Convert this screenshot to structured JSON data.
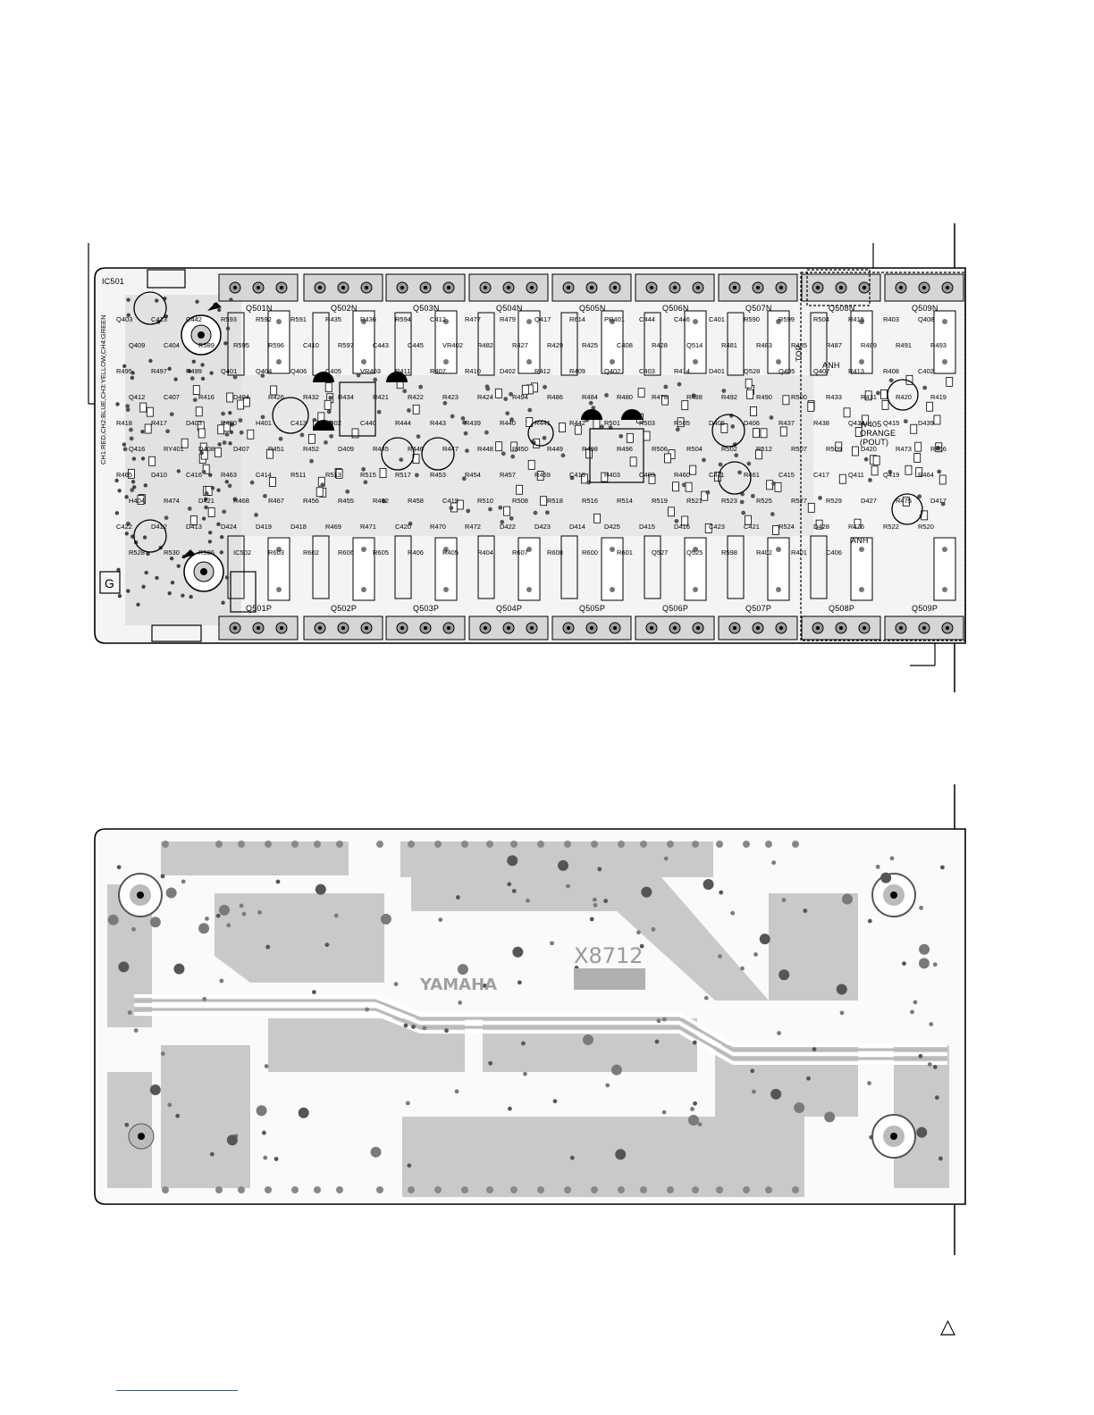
{
  "board_top": {
    "transistors_top_row": [
      "Q501N",
      "Q502N",
      "Q503N",
      "Q504N",
      "Q505N",
      "Q506N",
      "Q507N",
      "Q508N",
      "Q509N"
    ],
    "transistors_bottom_row": [
      "Q501P",
      "Q502P",
      "Q503P",
      "Q504P",
      "Q505P",
      "Q506P",
      "Q507P",
      "Q508P",
      "Q509P"
    ],
    "side_label": "CH1:RED,CH2:BLUE,CH3:YELLOW,CH4:GREEN",
    "ground_mark": "G",
    "ic_label": "IC501",
    "top_mark": "TOP",
    "anh_labels": [
      "ANH",
      "ANH"
    ],
    "orange_label": [
      "W405",
      "ORANGE",
      "(POUT)"
    ],
    "labels": [
      {
        "t": "Q403"
      },
      {
        "t": "C413"
      },
      {
        "t": "C442"
      },
      {
        "t": "R593"
      },
      {
        "t": "R592"
      },
      {
        "t": "R591"
      },
      {
        "t": "R435"
      },
      {
        "t": "R436"
      },
      {
        "t": "R594"
      },
      {
        "t": "C412"
      },
      {
        "t": "R477"
      },
      {
        "t": "R479"
      },
      {
        "t": "Q417"
      },
      {
        "t": "R614"
      },
      {
        "t": "PR401"
      },
      {
        "t": "C444"
      },
      {
        "t": "C446"
      },
      {
        "t": "C401"
      },
      {
        "t": "R590"
      },
      {
        "t": "R599"
      },
      {
        "t": "R504"
      },
      {
        "t": "R415"
      },
      {
        "t": "R403"
      },
      {
        "t": "Q408"
      },
      {
        "t": "Q409"
      },
      {
        "t": "C404"
      },
      {
        "t": "R589"
      },
      {
        "t": "R595"
      },
      {
        "t": "R596"
      },
      {
        "t": "C410"
      },
      {
        "t": "R597"
      },
      {
        "t": "C443"
      },
      {
        "t": "C445"
      },
      {
        "t": "VR402"
      },
      {
        "t": "R482"
      },
      {
        "t": "R427"
      },
      {
        "t": "R429"
      },
      {
        "t": "R425"
      },
      {
        "t": "C408"
      },
      {
        "t": "R428"
      },
      {
        "t": "Q514"
      },
      {
        "t": "R481"
      },
      {
        "t": "R483"
      },
      {
        "t": "R485"
      },
      {
        "t": "R487"
      },
      {
        "t": "R489"
      },
      {
        "t": "R491"
      },
      {
        "t": "R493"
      },
      {
        "t": "R495"
      },
      {
        "t": "R497"
      },
      {
        "t": "R499"
      },
      {
        "t": "Q401"
      },
      {
        "t": "Q404"
      },
      {
        "t": "Q406"
      },
      {
        "t": "C405"
      },
      {
        "t": "VR403"
      },
      {
        "t": "R411"
      },
      {
        "t": "R407"
      },
      {
        "t": "R410"
      },
      {
        "t": "D402"
      },
      {
        "t": "R412"
      },
      {
        "t": "R409"
      },
      {
        "t": "Q402"
      },
      {
        "t": "C403"
      },
      {
        "t": "R414"
      },
      {
        "t": "D401"
      },
      {
        "t": "Q528"
      },
      {
        "t": "Q405"
      },
      {
        "t": "Q407"
      },
      {
        "t": "R413"
      },
      {
        "t": "R408"
      },
      {
        "t": "C402"
      },
      {
        "t": "Q412"
      },
      {
        "t": "C407"
      },
      {
        "t": "R416"
      },
      {
        "t": "D404"
      },
      {
        "t": "R426"
      },
      {
        "t": "R432"
      },
      {
        "t": "R434"
      },
      {
        "t": "R421"
      },
      {
        "t": "R422"
      },
      {
        "t": "R423"
      },
      {
        "t": "R424"
      },
      {
        "t": "R494"
      },
      {
        "t": "R486"
      },
      {
        "t": "R484"
      },
      {
        "t": "R480"
      },
      {
        "t": "R478"
      },
      {
        "t": "R488"
      },
      {
        "t": "R492"
      },
      {
        "t": "R490"
      },
      {
        "t": "R500"
      },
      {
        "t": "R433"
      },
      {
        "t": "R431"
      },
      {
        "t": "R420"
      },
      {
        "t": "R419"
      },
      {
        "t": "R418"
      },
      {
        "t": "R417"
      },
      {
        "t": "D403"
      },
      {
        "t": "R430"
      },
      {
        "t": "H401"
      },
      {
        "t": "C413"
      },
      {
        "t": "H402"
      },
      {
        "t": "C440"
      },
      {
        "t": "R444"
      },
      {
        "t": "R443"
      },
      {
        "t": "R439"
      },
      {
        "t": "R440"
      },
      {
        "t": "R441"
      },
      {
        "t": "R442"
      },
      {
        "t": "R501"
      },
      {
        "t": "R503"
      },
      {
        "t": "R505"
      },
      {
        "t": "D405"
      },
      {
        "t": "D406"
      },
      {
        "t": "R437"
      },
      {
        "t": "R438"
      },
      {
        "t": "Q414"
      },
      {
        "t": "Q415"
      },
      {
        "t": "D439"
      },
      {
        "t": "Q416"
      },
      {
        "t": "RY401"
      },
      {
        "t": "D408"
      },
      {
        "t": "D407"
      },
      {
        "t": "R451"
      },
      {
        "t": "R452"
      },
      {
        "t": "D409"
      },
      {
        "t": "R445"
      },
      {
        "t": "R446"
      },
      {
        "t": "R447"
      },
      {
        "t": "R448"
      },
      {
        "t": "R450"
      },
      {
        "t": "R449"
      },
      {
        "t": "R498"
      },
      {
        "t": "R496"
      },
      {
        "t": "R506"
      },
      {
        "t": "R504"
      },
      {
        "t": "R502"
      },
      {
        "t": "R512"
      },
      {
        "t": "R507"
      },
      {
        "t": "R509"
      },
      {
        "t": "D420"
      },
      {
        "t": "R473"
      },
      {
        "t": "R466"
      },
      {
        "t": "R465"
      },
      {
        "t": "D410"
      },
      {
        "t": "C416"
      },
      {
        "t": "R463"
      },
      {
        "t": "C414"
      },
      {
        "t": "R511"
      },
      {
        "t": "R513"
      },
      {
        "t": "R515"
      },
      {
        "t": "R517"
      },
      {
        "t": "R453"
      },
      {
        "t": "R454"
      },
      {
        "t": "R457"
      },
      {
        "t": "R459"
      },
      {
        "t": "C418"
      },
      {
        "t": "H403"
      },
      {
        "t": "C409"
      },
      {
        "t": "R460"
      },
      {
        "t": "C411"
      },
      {
        "t": "R461"
      },
      {
        "t": "C415"
      },
      {
        "t": "C417"
      },
      {
        "t": "Q411"
      },
      {
        "t": "Q419"
      },
      {
        "t": "R464"
      },
      {
        "t": "H404"
      },
      {
        "t": "R474"
      },
      {
        "t": "D421"
      },
      {
        "t": "R468"
      },
      {
        "t": "R467"
      },
      {
        "t": "R456"
      },
      {
        "t": "R455"
      },
      {
        "t": "R462"
      },
      {
        "t": "R458"
      },
      {
        "t": "C419"
      },
      {
        "t": "R510"
      },
      {
        "t": "R508"
      },
      {
        "t": "R518"
      },
      {
        "t": "R516"
      },
      {
        "t": "R514"
      },
      {
        "t": "R519"
      },
      {
        "t": "R521"
      },
      {
        "t": "R523"
      },
      {
        "t": "R525"
      },
      {
        "t": "R527"
      },
      {
        "t": "R529"
      },
      {
        "t": "D427"
      },
      {
        "t": "R475"
      },
      {
        "t": "D417"
      },
      {
        "t": "C422"
      },
      {
        "t": "D412"
      },
      {
        "t": "D413"
      },
      {
        "t": "D424"
      },
      {
        "t": "D419"
      },
      {
        "t": "D418"
      },
      {
        "t": "R469"
      },
      {
        "t": "R471"
      },
      {
        "t": "C420"
      },
      {
        "t": "R470"
      },
      {
        "t": "R472"
      },
      {
        "t": "D422"
      },
      {
        "t": "D423"
      },
      {
        "t": "D414"
      },
      {
        "t": "D425"
      },
      {
        "t": "D415"
      },
      {
        "t": "D416"
      },
      {
        "t": "C423"
      },
      {
        "t": "C421"
      },
      {
        "t": "R524"
      },
      {
        "t": "D428"
      },
      {
        "t": "R476"
      },
      {
        "t": "R522"
      },
      {
        "t": "R520"
      },
      {
        "t": "R528"
      },
      {
        "t": "R530"
      },
      {
        "t": "R526"
      },
      {
        "t": "IC502"
      },
      {
        "t": "R603"
      },
      {
        "t": "R602"
      },
      {
        "t": "R606"
      },
      {
        "t": "R605"
      },
      {
        "t": "R406"
      },
      {
        "t": "R405"
      },
      {
        "t": "R404"
      },
      {
        "t": "R607"
      },
      {
        "t": "R608"
      },
      {
        "t": "R600"
      },
      {
        "t": "R601"
      },
      {
        "t": "Q527"
      },
      {
        "t": "Q525"
      },
      {
        "t": "R598"
      },
      {
        "t": "R402"
      },
      {
        "t": "R401"
      },
      {
        "t": "C406"
      }
    ]
  },
  "board_bottom": {
    "board_code": "X8712",
    "brand": "YAMAHA"
  },
  "footer": {
    "warning_mark": "△"
  }
}
